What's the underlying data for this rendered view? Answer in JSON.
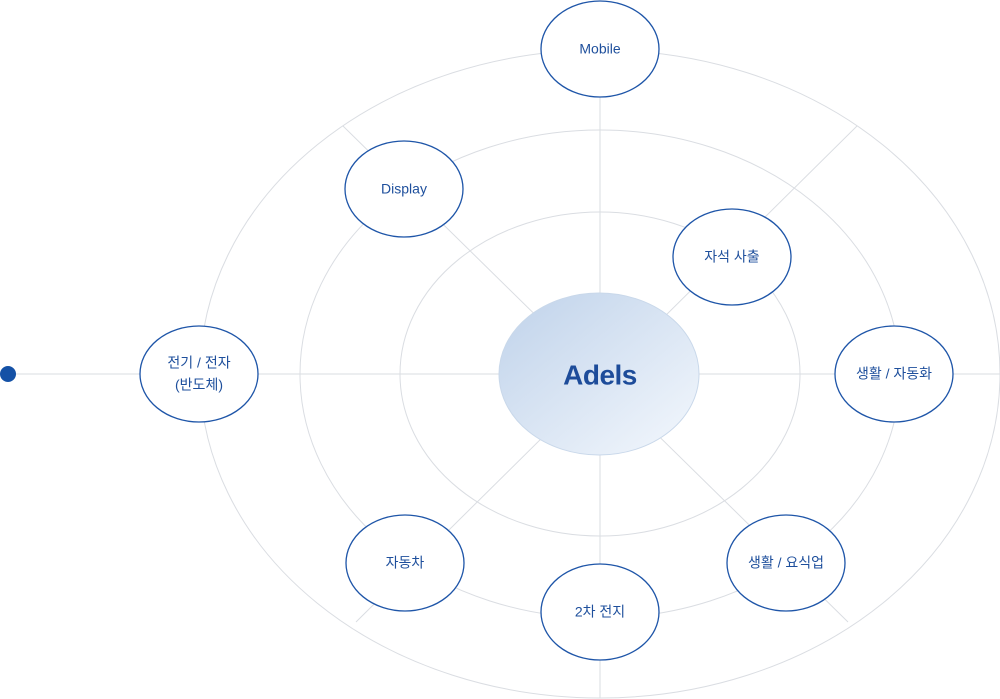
{
  "center": {
    "label": "Adels"
  },
  "nodes": [
    {
      "id": "mobile",
      "lines": [
        "Mobile"
      ]
    },
    {
      "id": "display",
      "lines": [
        "Display"
      ]
    },
    {
      "id": "magnet-injection",
      "lines": [
        "자석 사출"
      ]
    },
    {
      "id": "electric-electronic",
      "lines": [
        "전기  / 전자",
        "(반도체)"
      ]
    },
    {
      "id": "living-automation",
      "lines": [
        "생활 / 자동화"
      ]
    },
    {
      "id": "automobile",
      "lines": [
        "자동차"
      ]
    },
    {
      "id": "living-food",
      "lines": [
        "생활 / 요식업"
      ]
    },
    {
      "id": "secondary-battery",
      "lines": [
        "2차 전지"
      ]
    }
  ],
  "colors": {
    "node_border": "#1e55a8",
    "node_text": "#1e4f9c",
    "center_gradient_start": "#c3d5ec",
    "center_gradient_end": "#f2f7fd",
    "ring": "#dadde2",
    "dot": "#1451a6"
  }
}
